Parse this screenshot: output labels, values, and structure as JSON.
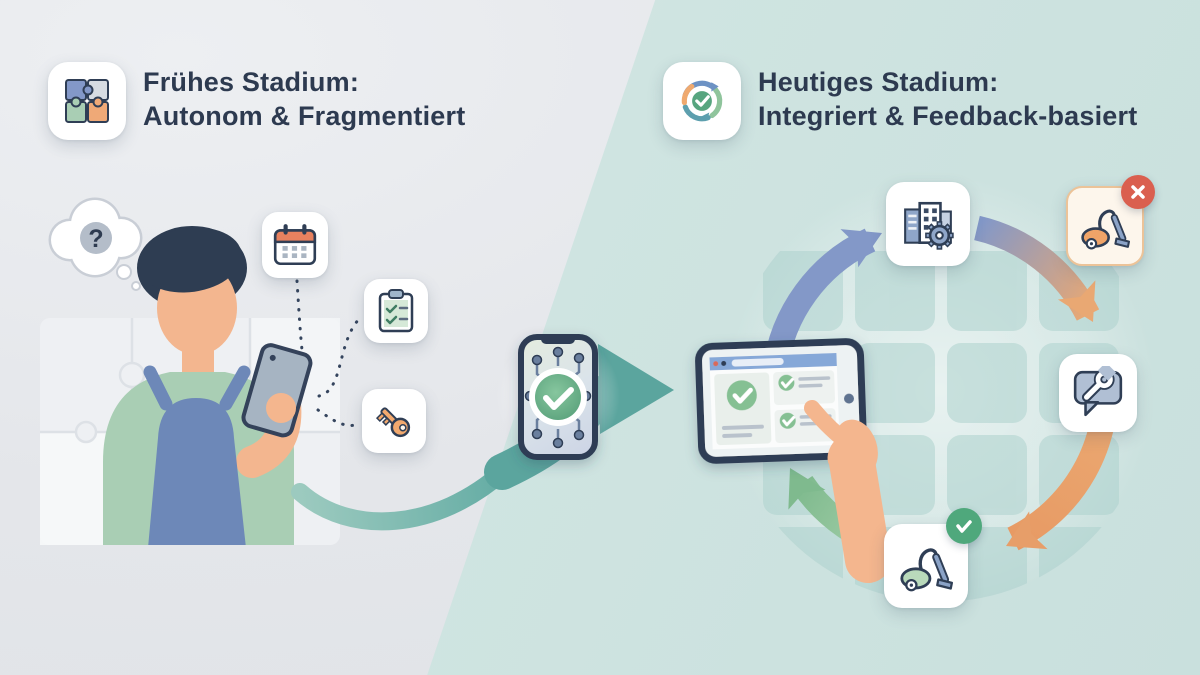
{
  "stage_left": {
    "title_line1": "Frühes Stadium:",
    "title_line2": "Autonom & Fragmentiert",
    "header_icon": "puzzle-icon"
  },
  "stage_right": {
    "title_line1": "Heutiges Stadium:",
    "title_line2": "Integriert & Feedback-basiert",
    "header_icon": "feedback-cycle-icon"
  },
  "left_scene": {
    "thought_bubble": {
      "glyph": "?",
      "icon": "thought-bubble-question-icon"
    },
    "floating_icons": [
      "calendar-icon",
      "checklist-icon",
      "key-icon"
    ],
    "figure": "worker-looking-at-phone-illustration",
    "background_pattern": "puzzle-pieces"
  },
  "transition": {
    "device_icon": "phone-sync-check-icon",
    "arrow_icon": "teal-flow-arrow"
  },
  "right_scene": {
    "background_pattern": "rounded-grid",
    "cycle_icons": [
      "tablet-checklist-icon",
      "building-gear-icon",
      "wrench-chat-icon",
      "vacuum-approved-icon"
    ],
    "detached_icon": "vacuum-rejected-icon",
    "badges": {
      "rejected": "x-badge",
      "approved": "check-badge"
    }
  },
  "palette": {
    "left_background": "#e6e8eb",
    "right_background": "#cfe4e1",
    "title_text": "#2d3a50",
    "teal_arrow": "#5ba59e",
    "cycle_blue": "#8398c8",
    "cycle_orange": "#e9a06b",
    "cycle_green": "#85bd92",
    "success_green": "#4fa87c",
    "error_red": "#da5f4f",
    "card_background": "#ffffff",
    "skin": "#f4b68e",
    "apron_blue": "#6d88b8",
    "shirt_green": "#a9ceb4"
  }
}
